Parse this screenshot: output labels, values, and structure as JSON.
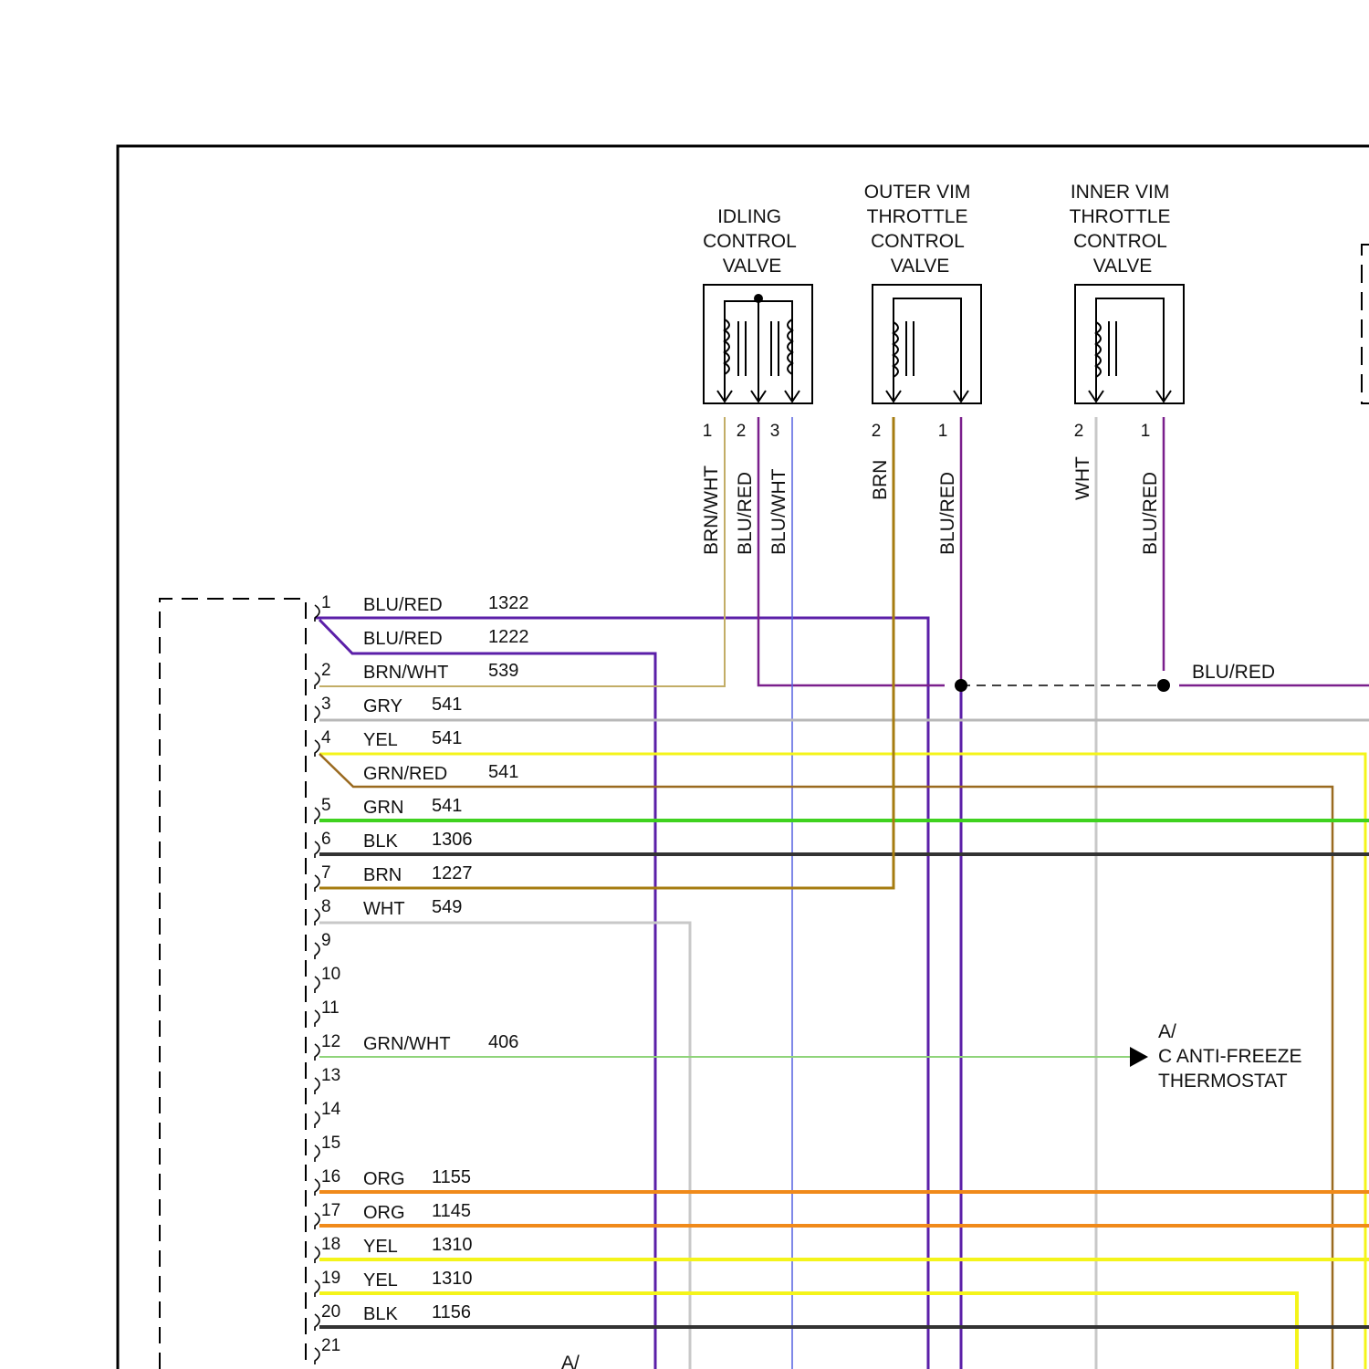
{
  "components": [
    {
      "id": "idle",
      "title": [
        "IDLING",
        "CONTROL",
        "VALVE"
      ],
      "pins": [
        {
          "num": "1",
          "color": "BRN/WHT"
        },
        {
          "num": "2",
          "color": "BLU/RED"
        },
        {
          "num": "3",
          "color": "BLU/WHT"
        }
      ]
    },
    {
      "id": "outer",
      "title": [
        "OUTER VIM",
        "THROTTLE",
        "CONTROL",
        "VALVE"
      ],
      "pins": [
        {
          "num": "2",
          "color": "BRN"
        },
        {
          "num": "1",
          "color": "BLU/RED"
        }
      ]
    },
    {
      "id": "inner",
      "title": [
        "INNER VIM",
        "THROTTLE",
        "CONTROL",
        "VALVE"
      ],
      "pins": [
        {
          "num": "2",
          "color": "WHT"
        },
        {
          "num": "1",
          "color": "BLU/RED"
        }
      ]
    }
  ],
  "splice_label": "BLU/RED",
  "connector_rows": [
    {
      "pin": "1",
      "color": "BLU/RED",
      "circuit": "1322"
    },
    {
      "pin": "",
      "color": "BLU/RED",
      "circuit": "1222"
    },
    {
      "pin": "2",
      "color": "BRN/WHT",
      "circuit": "539"
    },
    {
      "pin": "3",
      "color": "GRY",
      "circuit": "541"
    },
    {
      "pin": "4",
      "color": "YEL",
      "circuit": "541"
    },
    {
      "pin": "",
      "color": "GRN/RED",
      "circuit": "541"
    },
    {
      "pin": "5",
      "color": "GRN",
      "circuit": "541"
    },
    {
      "pin": "6",
      "color": "BLK",
      "circuit": "1306"
    },
    {
      "pin": "7",
      "color": "BRN",
      "circuit": "1227"
    },
    {
      "pin": "8",
      "color": "WHT",
      "circuit": "549"
    },
    {
      "pin": "9",
      "color": "",
      "circuit": ""
    },
    {
      "pin": "10",
      "color": "",
      "circuit": ""
    },
    {
      "pin": "11",
      "color": "",
      "circuit": ""
    },
    {
      "pin": "12",
      "color": "GRN/WHT",
      "circuit": "406"
    },
    {
      "pin": "13",
      "color": "",
      "circuit": ""
    },
    {
      "pin": "14",
      "color": "",
      "circuit": ""
    },
    {
      "pin": "15",
      "color": "",
      "circuit": ""
    },
    {
      "pin": "16",
      "color": "ORG",
      "circuit": "1155"
    },
    {
      "pin": "17",
      "color": "ORG",
      "circuit": "1145"
    },
    {
      "pin": "18",
      "color": "YEL",
      "circuit": "1310"
    },
    {
      "pin": "19",
      "color": "YEL",
      "circuit": "1310"
    },
    {
      "pin": "20",
      "color": "BLK",
      "circuit": "1156"
    },
    {
      "pin": "21",
      "color": "",
      "circuit": ""
    }
  ],
  "ac_thermostat": [
    "A/",
    "C ANTI-FREEZE",
    "THERMOSTAT"
  ],
  "bottom_partial_label": "A/",
  "wire_colors": {
    "BLU/RED": "#5b1fa8",
    "BLU/RED_OUTER": "#7a1f8c",
    "BRN/WHT": "#c2ad66",
    "BLU/WHT": "#5560e0",
    "BRN": "#a67c10",
    "WHT": "#c8c8c8",
    "GRY": "#b8b8b8",
    "YEL": "#f4f41a",
    "GRN/RED": "#9a6a20",
    "GRN": "#3fd21f",
    "BLK": "#333333",
    "GRN/WHT": "#8fd47a",
    "ORG": "#f08a1a"
  }
}
